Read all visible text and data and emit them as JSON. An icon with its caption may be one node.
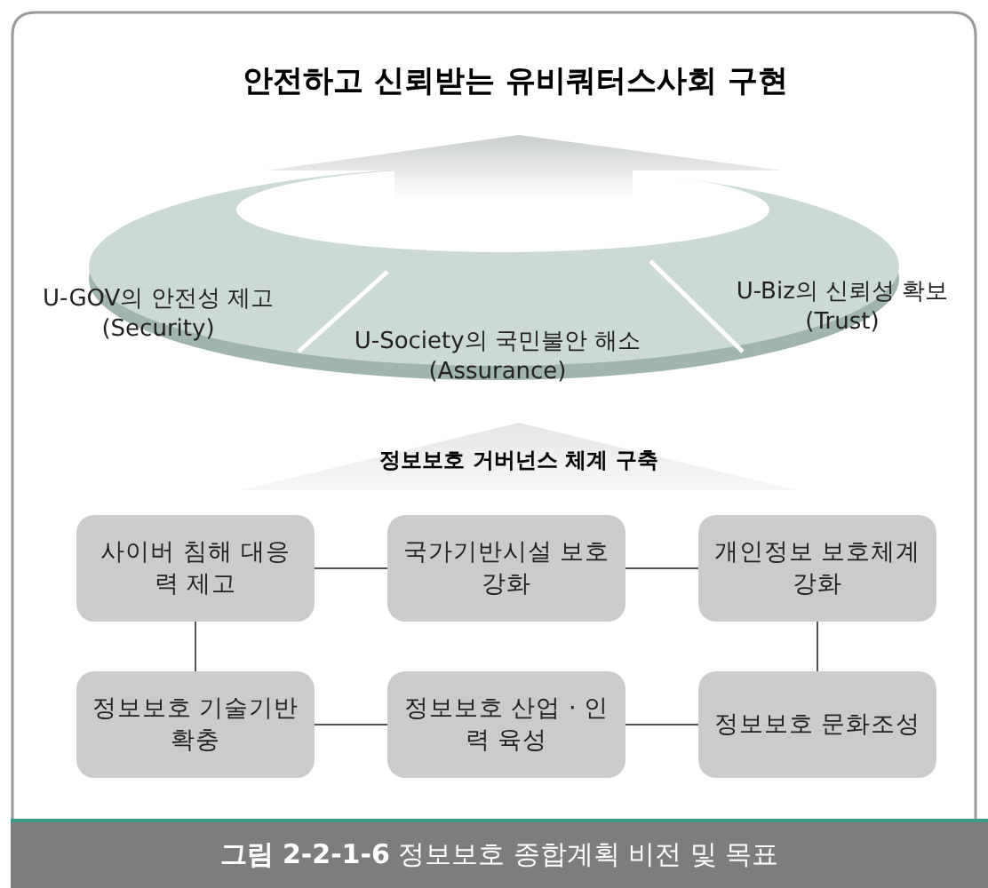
{
  "diagram": {
    "title": "안전하고 신뢰받는 유비쿼터스사회 구현",
    "caption": "**그림 2-2-1-6** 정보보호 종합계획 비전 및 목표",
    "nodes": [
      {
        "text": [
          "U-GOV의 안전성 제고 (Security)"
        ]
      },
      {
        "text": [
          "U-Society의 국민불안 해소 (Assurance)"
        ]
      },
      {
        "text": [
          "U-Biz의 신뢰성 확보 (Trust)"
        ]
      },
      {
        "text": [
          "정보보호 거버넌스 체계 구축"
        ]
      },
      {
        "text": [
          "사이버 침해 대응력 제고"
        ]
      },
      {
        "text": [
          "국가기반시설 보호 강화"
        ]
      },
      {
        "text": [
          "개인정보 보호체계 강화"
        ]
      },
      {
        "text": [
          "정보보호 기술기반 확충"
        ]
      },
      {
        "text": [
          "정보보호 산업 · 인력 육성"
        ]
      },
      {
        "text": [
          "정보보호 문화조성"
        ]
      }
    ],
    "edges": [
      {
        "from": 4,
        "to": 5,
        "arrow": "none"
      },
      {
        "from": 5,
        "to": 6,
        "arrow": "none"
      },
      {
        "from": 4,
        "to": 7,
        "arrow": "none"
      },
      {
        "from": 6,
        "to": 9,
        "arrow": "none"
      },
      {
        "from": 7,
        "to": 8,
        "arrow": "none"
      },
      {
        "from": 8,
        "to": 9,
        "arrow": "none"
      }
    ]
  }
}
